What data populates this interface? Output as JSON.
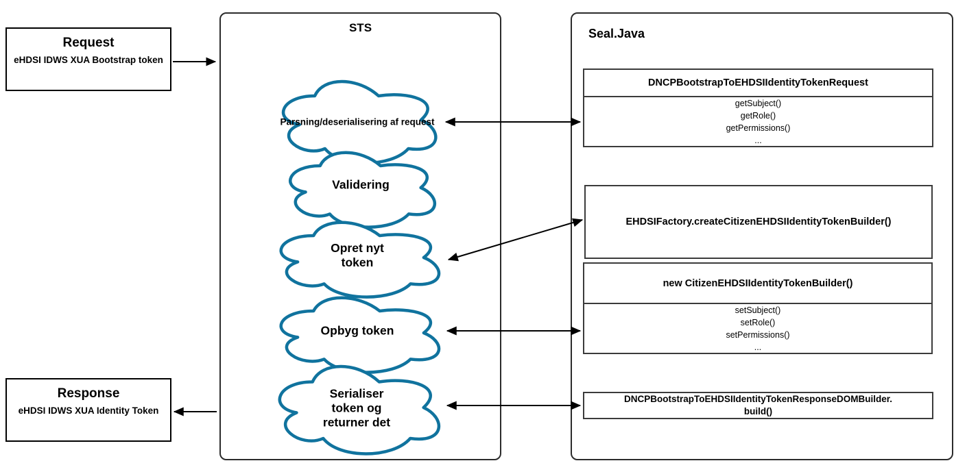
{
  "diagram": {
    "request": {
      "title": "Request",
      "subtitle": "eHDSI IDWS XUA Bootstrap token"
    },
    "response": {
      "title": "Response",
      "subtitle": "eHDSI IDWS XUA Identity Token"
    },
    "sts": {
      "title": "STS",
      "steps": [
        {
          "label": "Parsning/deserialisering af request"
        },
        {
          "label": "Validering"
        },
        {
          "label": "Opret nyt\ntoken"
        },
        {
          "label": "Opbyg token"
        },
        {
          "label": "Serialiser\ntoken og\nreturner det"
        }
      ]
    },
    "seal": {
      "title": "Seal.Java",
      "classes": [
        {
          "header": "DNCPBootstrapToEHDSIIdentityTokenRequest",
          "methods": [
            "getSubject()",
            "getRole()",
            "getPermissions()",
            "..."
          ]
        },
        {
          "header": "EHDSIFactory.createCitizenEHDSIIdentityTokenBuilder()",
          "methods": []
        },
        {
          "header": "new CitizenEHDSIIdentityTokenBuilder()",
          "methods": [
            "setSubject()",
            "setRole()",
            "setPermissions()",
            "..."
          ]
        },
        {
          "header": "DNCPBootstrapToEHDSIIdentityTokenResponseDOMBuilder.\nbuild()",
          "methods": []
        }
      ]
    },
    "colors": {
      "cloud_stroke": "#10739e",
      "arrow": "#000000",
      "container_border": "#2b2b2b"
    }
  }
}
